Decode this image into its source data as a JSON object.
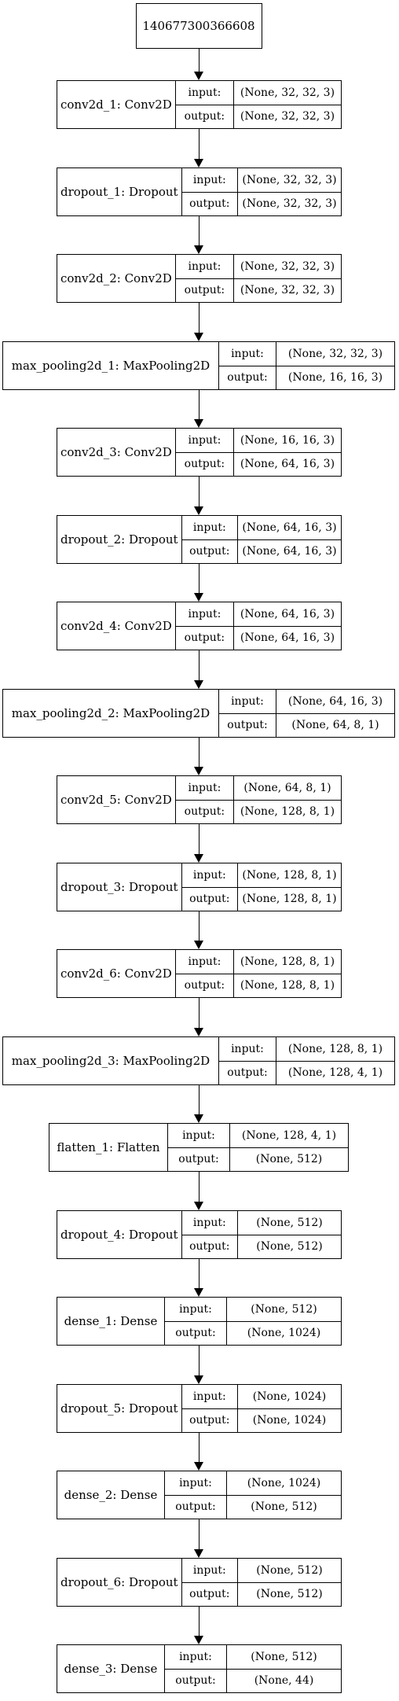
{
  "input_node": "140677300366608",
  "port_labels": {
    "input": "input:",
    "output": "output:"
  },
  "layers": [
    {
      "name": "conv2d_1: Conv2D",
      "input": "(None, 32, 32, 3)",
      "output": "(None, 32, 32, 3)"
    },
    {
      "name": "dropout_1: Dropout",
      "input": "(None, 32, 32, 3)",
      "output": "(None, 32, 32, 3)"
    },
    {
      "name": "conv2d_2: Conv2D",
      "input": "(None, 32, 32, 3)",
      "output": "(None, 32, 32, 3)"
    },
    {
      "name": "max_pooling2d_1: MaxPooling2D",
      "input": "(None, 32, 32, 3)",
      "output": "(None, 16, 16, 3)"
    },
    {
      "name": "conv2d_3: Conv2D",
      "input": "(None, 16, 16, 3)",
      "output": "(None, 64, 16, 3)"
    },
    {
      "name": "dropout_2: Dropout",
      "input": "(None, 64, 16, 3)",
      "output": "(None, 64, 16, 3)"
    },
    {
      "name": "conv2d_4: Conv2D",
      "input": "(None, 64, 16, 3)",
      "output": "(None, 64, 16, 3)"
    },
    {
      "name": "max_pooling2d_2: MaxPooling2D",
      "input": "(None, 64, 16, 3)",
      "output": "(None, 64, 8, 1)"
    },
    {
      "name": "conv2d_5: Conv2D",
      "input": "(None, 64, 8, 1)",
      "output": "(None, 128, 8, 1)"
    },
    {
      "name": "dropout_3: Dropout",
      "input": "(None, 128, 8, 1)",
      "output": "(None, 128, 8, 1)"
    },
    {
      "name": "conv2d_6: Conv2D",
      "input": "(None, 128, 8, 1)",
      "output": "(None, 128, 8, 1)"
    },
    {
      "name": "max_pooling2d_3: MaxPooling2D",
      "input": "(None, 128, 8, 1)",
      "output": "(None, 128, 4, 1)"
    },
    {
      "name": "flatten_1: Flatten",
      "input": "(None, 128, 4, 1)",
      "output": "(None, 512)"
    },
    {
      "name": "dropout_4: Dropout",
      "input": "(None, 512)",
      "output": "(None, 512)"
    },
    {
      "name": "dense_1: Dense",
      "input": "(None, 512)",
      "output": "(None, 1024)"
    },
    {
      "name": "dropout_5: Dropout",
      "input": "(None, 1024)",
      "output": "(None, 1024)"
    },
    {
      "name": "dense_2: Dense",
      "input": "(None, 1024)",
      "output": "(None, 512)"
    },
    {
      "name": "dropout_6: Dropout",
      "input": "(None, 512)",
      "output": "(None, 512)"
    },
    {
      "name": "dense_3: Dense",
      "input": "(None, 512)",
      "output": "(None, 44)"
    }
  ]
}
